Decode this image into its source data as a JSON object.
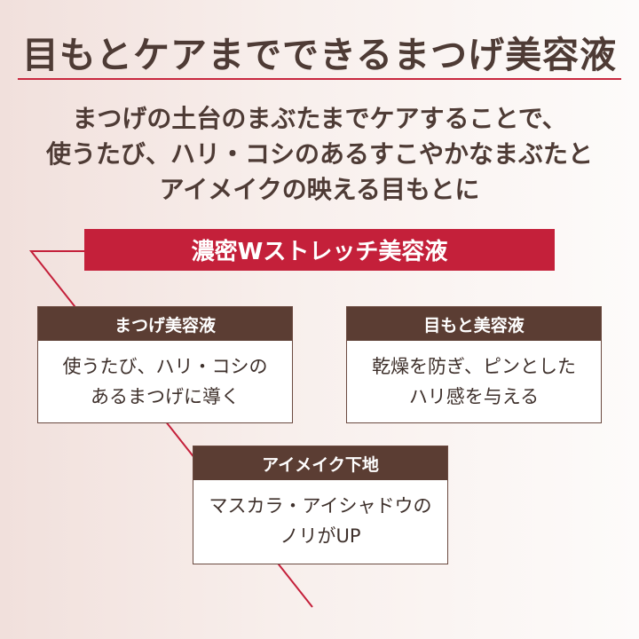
{
  "title": "目もとケアまでできるまつげ美容液",
  "subtitle_lines": [
    "まつげの土台のまぶたまでケアすることで、",
    "使うたび、ハリ・コシのあるすこやかなまぶたと",
    "アイメイクの映える目もとに"
  ],
  "banner": "濃密Wストレッチ美容液",
  "boxes": [
    {
      "header": "まつげ美容液",
      "lines": [
        "使うたび、ハリ・コシの",
        "あるまつげに導く"
      ]
    },
    {
      "header": "目もと美容液",
      "lines": [
        "乾燥を防ぎ、ピンとした",
        "ハリ感を与える"
      ]
    },
    {
      "header": "アイメイク下地",
      "lines": [
        "マスカラ・アイシャドウの",
        "ノリがUP"
      ]
    }
  ],
  "colors": {
    "accent": "#c4203a",
    "brown": "#5b3d33",
    "text": "#4e3b35"
  }
}
